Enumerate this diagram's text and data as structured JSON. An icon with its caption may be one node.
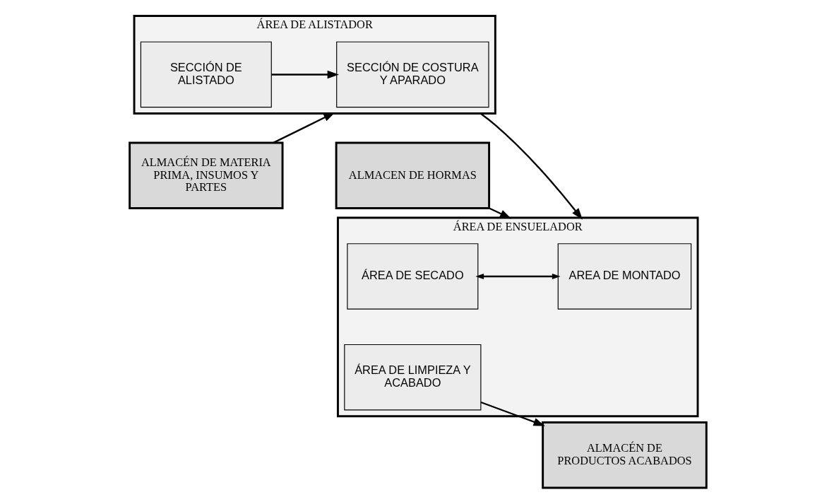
{
  "diagram": {
    "nodes": [
      {
        "text": [
          "ALMACÉN DE PRODUCTOS ACABADOS"
        ]
      },
      {
        "text": [
          "ÁREA DE ENSUELADOR"
        ]
      },
      {
        "text": [
          "ÁREA DE LIMPIEZA Y ACABADO"
        ],
        "in": 1
      },
      {
        "text": [
          "ÁREA DE SECADO"
        ],
        "in": 1
      },
      {
        "text": [
          "AREA DE MONTADO"
        ],
        "in": 1
      },
      {
        "text": [
          "ALMACÉN DE MATERIA PRIMA, INSUMOS Y PARTES"
        ]
      },
      {
        "text": [
          "ÁREA DE ALISTADOR"
        ]
      },
      {
        "text": [
          "SECCIÓN DE ALISTADO"
        ],
        "in": 6
      },
      {
        "text": [
          "SECCIÓN DE COSTURA Y APARADO"
        ],
        "in": 6
      },
      {
        "text": [
          "ALMACEN DE HORMAS"
        ]
      }
    ],
    "edges": [
      {
        "from": 2,
        "to": 0,
        "arrow": "to"
      },
      {
        "from": 3,
        "to": 4,
        "arrow": "both"
      },
      {
        "from": 5,
        "to": 6,
        "arrow": "to"
      },
      {
        "from": 7,
        "to": 8,
        "arrow": "to"
      },
      {
        "from": 6,
        "to": 1,
        "arrow": "to"
      },
      {
        "from": 9,
        "to": 1,
        "arrow": "to"
      }
    ]
  }
}
